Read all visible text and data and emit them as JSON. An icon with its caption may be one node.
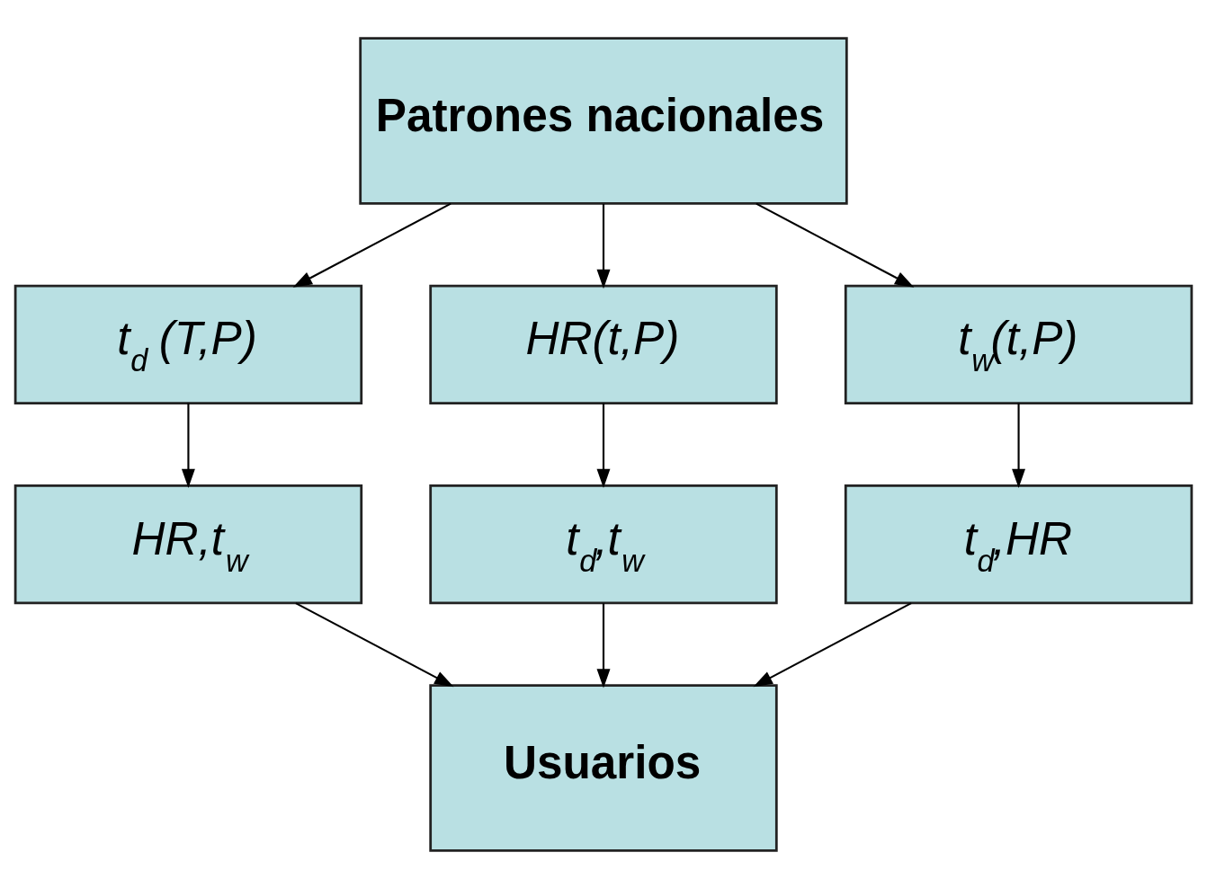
{
  "diagram": {
    "nodes": [
      {
        "text": [
          "Patrones nacionales"
        ]
      },
      {
        "text": [
          "t$_{d}$ (T,P)"
        ]
      },
      {
        "text": [
          "HR(t,P)"
        ]
      },
      {
        "text": [
          "t$_{w}$(t,P)"
        ]
      },
      {
        "text": [
          "HR,t$_{w}$"
        ]
      },
      {
        "text": [
          "t$_{d}$,t$_{w}$"
        ]
      },
      {
        "text": [
          "t$_{d}$,HR"
        ]
      },
      {
        "text": [
          "Usuarios"
        ]
      }
    ],
    "edges": [
      {
        "from": 0,
        "to": 1,
        "arrow": "to"
      },
      {
        "from": 0,
        "to": 2,
        "arrow": "to"
      },
      {
        "from": 0,
        "to": 3,
        "arrow": "to"
      },
      {
        "from": 1,
        "to": 4,
        "arrow": "to"
      },
      {
        "from": 2,
        "to": 5,
        "arrow": "to"
      },
      {
        "from": 3,
        "to": 6,
        "arrow": "to"
      },
      {
        "from": 4,
        "to": 7,
        "arrow": "to"
      },
      {
        "from": 5,
        "to": 7,
        "arrow": "to"
      },
      {
        "from": 6,
        "to": 7,
        "arrow": "to"
      }
    ]
  }
}
